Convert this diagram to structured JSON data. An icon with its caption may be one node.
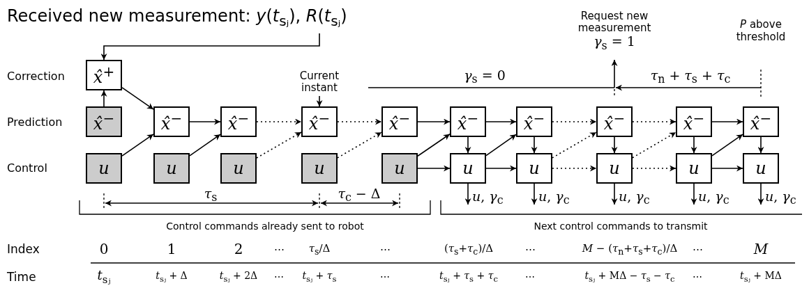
{
  "diagram": {
    "nodes": [
      {
        "text": [
          "Received new measurement: *y*(*t*$_{sⱼ}$), *R*(*t*$_{sⱼ}$)"
        ]
      },
      {
        "text": [
          "x̂$^{+}$"
        ]
      },
      {
        "text": [
          "x̂$^{−}$"
        ]
      },
      {
        "text": [
          "u"
        ]
      },
      {
        "text": [
          "x̂$^{−}$"
        ]
      },
      {
        "text": [
          "u"
        ]
      },
      {
        "text": [
          "x̂$^{−}$"
        ]
      },
      {
        "text": [
          "u"
        ]
      },
      {
        "text": [
          "x̂$^{−}$"
        ]
      },
      {
        "text": [
          "u"
        ]
      },
      {
        "text": [
          "x̂$^{−}$"
        ]
      },
      {
        "text": [
          "u"
        ]
      },
      {
        "text": [
          "x̂$^{−}$"
        ]
      },
      {
        "text": [
          "u"
        ]
      },
      {
        "text": [
          "x̂$^{−}$"
        ]
      },
      {
        "text": [
          "u"
        ]
      },
      {
        "text": [
          "x̂$^{−}$"
        ]
      },
      {
        "text": [
          "u"
        ]
      },
      {
        "text": [
          "x̂$^{−}$"
        ]
      },
      {
        "text": [
          "u"
        ]
      },
      {
        "text": [
          "x̂$^{−}$"
        ]
      },
      {
        "text": [
          "u"
        ]
      },
      {
        "text": [
          "Current instant"
        ]
      },
      {
        "text": [
          "Request new measurement",
          "*γ*$_{s}$ = 1"
        ]
      }
    ],
    "edges": [
      {
        "from": 0,
        "to": 1,
        "arrow": "to"
      },
      {
        "from": 2,
        "to": 1,
        "arrow": "to"
      },
      {
        "from": 1,
        "to": 4,
        "arrow": "to"
      },
      {
        "from": 3,
        "to": 4,
        "arrow": "to"
      },
      {
        "from": 4,
        "to": 6,
        "arrow": "to"
      },
      {
        "from": 5,
        "to": 6,
        "arrow": "to"
      },
      {
        "from": 6,
        "to": 8,
        "arrow": "to",
        "style": "dashed"
      },
      {
        "from": 7,
        "to": 8,
        "arrow": "to",
        "style": "dashed"
      },
      {
        "from": 8,
        "to": 10,
        "arrow": "to",
        "style": "dashed"
      },
      {
        "from": 9,
        "to": 10,
        "arrow": "to",
        "style": "dashed"
      },
      {
        "from": 10,
        "to": 12,
        "arrow": "to"
      },
      {
        "from": 11,
        "to": 12,
        "arrow": "to"
      },
      {
        "from": 11,
        "to": 13,
        "arrow": "to"
      },
      {
        "from": 12,
        "to": 13,
        "arrow": "to"
      },
      {
        "from": 12,
        "to": 14,
        "arrow": "to"
      },
      {
        "from": 13,
        "to": 14,
        "arrow": "to"
      },
      {
        "from": 13,
        "to": 15,
        "arrow": "to"
      },
      {
        "from": 14,
        "to": 15,
        "arrow": "to"
      },
      {
        "from": 14,
        "to": 16,
        "arrow": "to",
        "style": "dashed"
      },
      {
        "from": 15,
        "to": 16,
        "arrow": "to",
        "style": "dashed"
      },
      {
        "from": 15,
        "to": 17,
        "arrow": "to",
        "style": "dashed"
      },
      {
        "from": 16,
        "to": 17,
        "arrow": "to"
      },
      {
        "from": 16,
        "to": 18,
        "arrow": "to",
        "style": "dashed"
      },
      {
        "from": 17,
        "to": 18,
        "arrow": "to",
        "style": "dashed"
      },
      {
        "from": 17,
        "to": 19,
        "arrow": "to",
        "style": "dashed"
      },
      {
        "from": 18,
        "to": 19,
        "arrow": "to"
      },
      {
        "from": 18,
        "to": 20,
        "arrow": "to"
      },
      {
        "from": 19,
        "to": 20,
        "arrow": "to"
      },
      {
        "from": 19,
        "to": 21,
        "arrow": "to"
      },
      {
        "from": 20,
        "to": 21,
        "arrow": "to"
      },
      {
        "from": 13,
        "to": null,
        "arrow": "to",
        "label": "*u*, *γ*$_{c}$"
      },
      {
        "from": 15,
        "to": null,
        "arrow": "to",
        "label": "*u*, *γ*$_{c}$"
      },
      {
        "from": 17,
        "to": null,
        "arrow": "to",
        "label": "*u*, *γ*$_{c}$"
      },
      {
        "from": 19,
        "to": null,
        "arrow": "to",
        "label": "*u*, *γ*$_{c}$"
      },
      {
        "from": 21,
        "to": null,
        "arrow": "to",
        "label": "*u*, *γ*$_{c}$"
      },
      {
        "from": 22,
        "to": 8,
        "arrow": "to"
      },
      {
        "from": null,
        "to": 23,
        "arrow": "to"
      }
    ],
    "labels": [
      "Correction",
      "Prediction",
      "Control",
      "*γ*$_{s}$ = 0",
      "*τ*$_{n}$ + *τ*$_{s}$ + *τ*$_{c}$",
      "*P* above threshold",
      "*τ*$_{s}$",
      "*τ*$_{c}$ − Δ",
      "Control commands already sent to robot",
      "Next control commands to transmit",
      "Index",
      "0",
      "1",
      "2",
      "⋯",
      "*τ*$_{s}$/Δ",
      "⋯",
      "(*τ*$_{s}$+*τ*$_{c}$)/Δ",
      "⋯",
      "*M* − (*τ*$_{n}$+*τ*$_{s}$+*τ*$_{c}$)/Δ",
      "⋯",
      "*M*",
      "Time",
      "*t*$_{sⱼ}$",
      "*t*$_{sⱼ}$ + Δ",
      "*t*$_{sⱼ}$ + 2Δ",
      "⋯",
      "*t*$_{sⱼ}$ + *τ*$_{s}$",
      "⋯",
      "*t*$_{sⱼ}$ + *τ*$_{s}$ + *τ*$_{c}$",
      "⋯",
      "*t*$_{sⱼ}$ + MΔ − *τ*$_{s}$ − *τ*$_{c}$",
      "⋯",
      "*t*$_{sⱼ}$ + MΔ"
    ]
  }
}
